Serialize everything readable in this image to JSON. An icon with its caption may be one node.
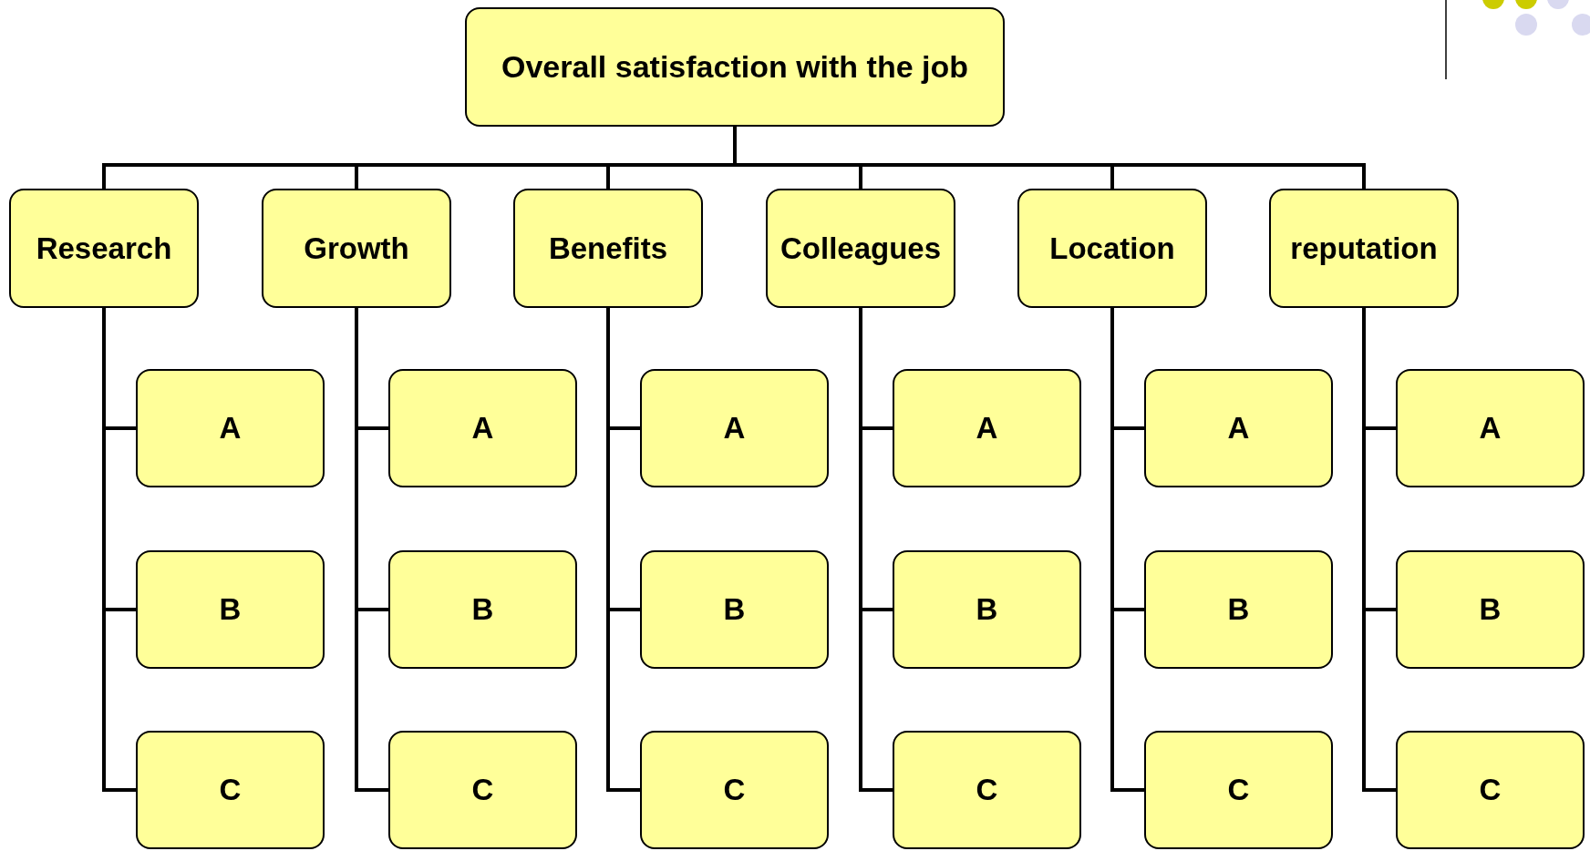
{
  "diagram": {
    "nodes": [
      {
        "text": [
          "Overall satisfaction with the job"
        ]
      },
      {
        "text": [
          "Research"
        ]
      },
      {
        "text": [
          "Growth"
        ]
      },
      {
        "text": [
          "Benefits"
        ]
      },
      {
        "text": [
          "Colleagues"
        ]
      },
      {
        "text": [
          "Location"
        ]
      },
      {
        "text": [
          "reputation"
        ]
      },
      {
        "text": [
          "A"
        ]
      },
      {
        "text": [
          "B"
        ]
      },
      {
        "text": [
          "C"
        ]
      },
      {
        "text": [
          "A"
        ]
      },
      {
        "text": [
          "B"
        ]
      },
      {
        "text": [
          "C"
        ]
      },
      {
        "text": [
          "A"
        ]
      },
      {
        "text": [
          "B"
        ]
      },
      {
        "text": [
          "C"
        ]
      },
      {
        "text": [
          "A"
        ]
      },
      {
        "text": [
          "B"
        ]
      },
      {
        "text": [
          "C"
        ]
      },
      {
        "text": [
          "A"
        ]
      },
      {
        "text": [
          "B"
        ]
      },
      {
        "text": [
          "C"
        ]
      },
      {
        "text": [
          "A"
        ]
      },
      {
        "text": [
          "B"
        ]
      },
      {
        "text": [
          "C"
        ]
      }
    ],
    "edges": [
      {
        "from": 0,
        "to": 1,
        "arrow": "none"
      },
      {
        "from": 0,
        "to": 2,
        "arrow": "none"
      },
      {
        "from": 0,
        "to": 3,
        "arrow": "none"
      },
      {
        "from": 0,
        "to": 4,
        "arrow": "none"
      },
      {
        "from": 0,
        "to": 5,
        "arrow": "none"
      },
      {
        "from": 0,
        "to": 6,
        "arrow": "none"
      },
      {
        "from": 1,
        "to": 7,
        "arrow": "none"
      },
      {
        "from": 1,
        "to": 8,
        "arrow": "none"
      },
      {
        "from": 1,
        "to": 9,
        "arrow": "none"
      },
      {
        "from": 2,
        "to": 10,
        "arrow": "none"
      },
      {
        "from": 2,
        "to": 11,
        "arrow": "none"
      },
      {
        "from": 2,
        "to": 12,
        "arrow": "none"
      },
      {
        "from": 3,
        "to": 13,
        "arrow": "none"
      },
      {
        "from": 3,
        "to": 14,
        "arrow": "none"
      },
      {
        "from": 3,
        "to": 15,
        "arrow": "none"
      },
      {
        "from": 4,
        "to": 16,
        "arrow": "none"
      },
      {
        "from": 4,
        "to": 17,
        "arrow": "none"
      },
      {
        "from": 4,
        "to": 18,
        "arrow": "none"
      },
      {
        "from": 5,
        "to": 19,
        "arrow": "none"
      },
      {
        "from": 5,
        "to": 20,
        "arrow": "none"
      },
      {
        "from": 5,
        "to": 21,
        "arrow": "none"
      },
      {
        "from": 6,
        "to": 22,
        "arrow": "none"
      },
      {
        "from": 6,
        "to": 23,
        "arrow": "none"
      },
      {
        "from": 6,
        "to": 24,
        "arrow": "none"
      }
    ]
  }
}
